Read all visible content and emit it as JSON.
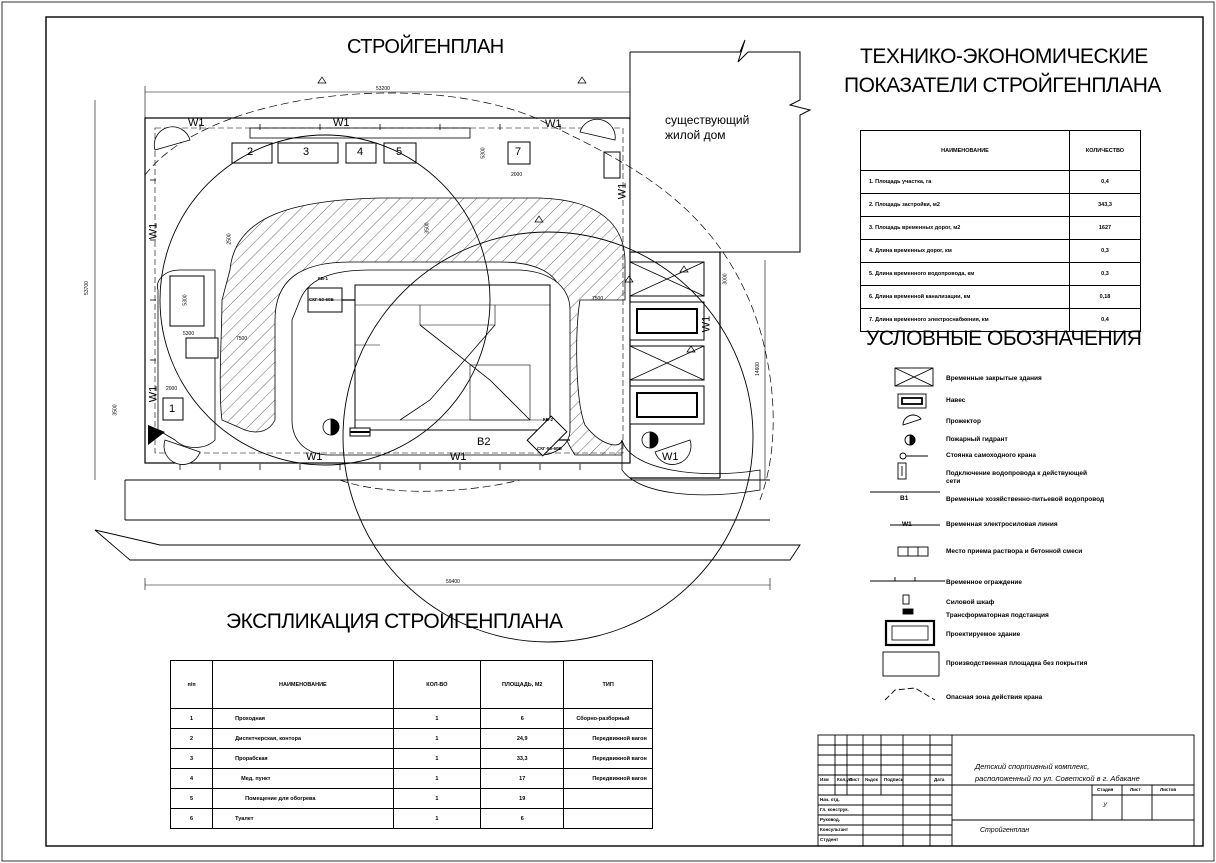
{
  "titles": {
    "plan": "СТРОЙГЕНПЛАН",
    "tep_line1": "ТЕХНИКО-ЭКОНОМИЧЕСКИЕ",
    "tep_line2": "ПОКАЗАТЕЛИ СТРОЙГЕНПЛАНА",
    "legend": "УСЛОВНЫЕ ОБОЗНАЧЕНИЯ",
    "explication": "ЭКСПЛИКАЦИЯ СТРОИГЕНПЛАНА"
  },
  "plan": {
    "existing_house_line1": "существующий",
    "existing_house_line2": "жилой дом",
    "w_labels": [
      "W1",
      "W1",
      "W1",
      "W1",
      "W1",
      "W1",
      "W1",
      "W1",
      "W1",
      "W1"
    ],
    "b_label": "B2",
    "building_numbers": [
      "2",
      "3",
      "4",
      "5",
      "7",
      "1"
    ],
    "dimensions": {
      "top": "53200",
      "bottom": "59400",
      "left": "53700",
      "right": "14600",
      "d1": "5300",
      "d2": "5300",
      "d3": "7500",
      "d4": "2000",
      "d5": "3500",
      "d6": "7500",
      "d7": "3000",
      "d8": "2000",
      "d9": "5300",
      "d10": "3500",
      "d11": "2500"
    },
    "crane_labels": [
      "КБ-1",
      "СКГ-50-60Б",
      "КБ-2",
      "СКГ-50-60Б"
    ]
  },
  "tep_table": {
    "headers": [
      "НАИМЕНОВАНИЕ",
      "КОЛИЧЕСТВО"
    ],
    "rows": [
      [
        "1. Площадь участка, га",
        "0,4"
      ],
      [
        "2. Площадь застройки, м2",
        "343,3"
      ],
      [
        "3. Площадь временных дорог, м2",
        "1627"
      ],
      [
        "4. Длина временных дорог, км",
        "0,3"
      ],
      [
        "5. Длина временного водопровода, км",
        "0,3"
      ],
      [
        "6. Длина временной канализации, км",
        "0,18"
      ],
      [
        "7. Длина временного электроснабжения, км",
        "0,4"
      ]
    ]
  },
  "legend": {
    "items": [
      "Временные закрытые здания",
      "Навес",
      "Прожектор",
      "Пожарный гидрант",
      "Стоянка самоходного крана",
      "Подключение водопровода к действующей сети",
      "Временные хозяйственно-питьевой водопровод",
      "Временная электросиловая линия",
      "Место приема раствора и бетонной смеси",
      "Временное ограждение",
      "Силовой шкаф",
      "Трансформаторная подстанция",
      "Проектируемое здание",
      "Производственная площадка без покрытия",
      "Опасная зона действия крана"
    ],
    "line_codes": [
      "B1",
      "W1"
    ]
  },
  "explication_table": {
    "headers": [
      "п/п",
      "НАИМЕНОВАНИЕ",
      "КОЛ-ВО",
      "ПЛОЩАДЬ, М2",
      "ТИП"
    ],
    "rows": [
      [
        "1",
        "Проходная",
        "1",
        "6",
        "Сборно-разборный"
      ],
      [
        "2",
        "Диспетчерская, контора",
        "1",
        "24,9",
        "Передвижной вагон"
      ],
      [
        "3",
        "Прорабская",
        "1",
        "33,3",
        "Передвижной вагон"
      ],
      [
        "4",
        "Мед. пункт",
        "1",
        "17",
        "Передвижной вагон"
      ],
      [
        "5",
        "Помещение для обогрева",
        "1",
        "19",
        ""
      ],
      [
        "6",
        "Туалет",
        "1",
        "6",
        ""
      ]
    ]
  },
  "stamp": {
    "project_line1": "Детский спортивный комплекс,",
    "project_line2": "расположенный по ул. Советской в г. Абакане",
    "sheet_title": "Стройгенплан",
    "stage_header": "Стадия",
    "sheet_header": "Лист",
    "sheets_header": "Листов",
    "stage_value": "У",
    "cols": [
      "Изм",
      "Кол.уч",
      "Лист",
      "№док",
      "Подпись",
      "Дата"
    ],
    "roles": [
      "Нач. отд.",
      "Гл. конструк.",
      "Руковод.",
      "Консультант",
      "Студент"
    ]
  }
}
